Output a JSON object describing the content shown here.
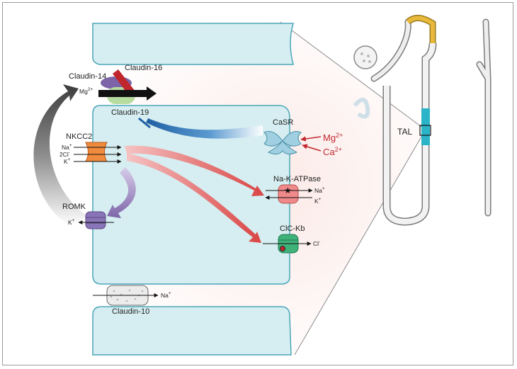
{
  "labels": {
    "claudin14": "Claudin-14",
    "claudin16": "Claudin-16",
    "claudin19": "Claudin-19",
    "claudin10": "Claudin-10",
    "nkcc2": "NKCC2",
    "romk": "ROMK",
    "casr": "CaSR",
    "nakatpase": "Na-K-ATPase",
    "clckb": "ClC-Kb",
    "tal": "TAL"
  },
  "ions": {
    "mg": "Mg",
    "mg_charge": "2+",
    "ca": "Ca",
    "ca_charge": "2+",
    "na": "Na",
    "na_charge": "+",
    "k": "K",
    "k_charge": "+",
    "cl2": "2Cl",
    "cl": "Cl",
    "minus": "-"
  },
  "colors": {
    "lumen_fill": "#d6eef1",
    "cell_stroke": "#4aa6b8",
    "cldn16": "#7d64a8",
    "cldn14": "#c0272d",
    "cldn19": "#b7dca0",
    "nkcc2": "#f08a3c",
    "romk": "#8a74b8",
    "casr": "#9fcfe0",
    "nakatpase": "#f08a8a",
    "clckb": "#3fb27a",
    "red_arrow": "#d94444",
    "blue_arrow": "#2c6fb3",
    "tal_segment": "#2bb3c8",
    "loop_yellow": "#e8b93a"
  }
}
